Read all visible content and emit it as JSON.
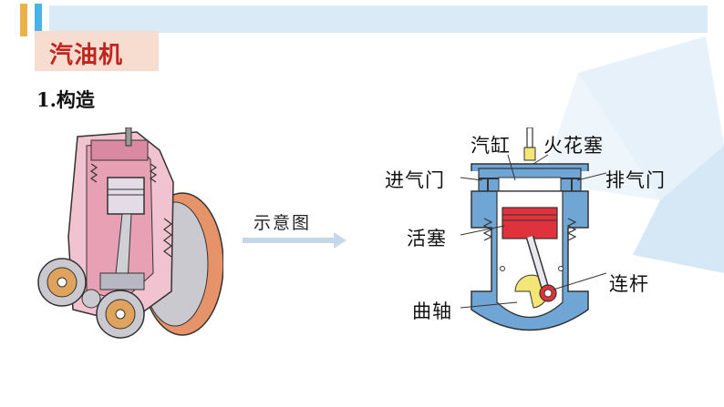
{
  "title": "汽油机",
  "section": "1.构造",
  "arrow_label": "示意图",
  "labels": {
    "cylinder": "汽缸",
    "spark_plug": "火花塞",
    "intake_valve": "进气门",
    "exhaust_valve": "排气门",
    "piston": "活塞",
    "connecting_rod": "连杆",
    "crankshaft": "曲轴"
  },
  "colors": {
    "title_text": "#c0261f",
    "title_bg": "#f6ddd0",
    "top_band": "#dbeaf7",
    "engine_blue": "#6fa6d6",
    "piston_red": "#e0323c",
    "crank_yellow": "#f3e676",
    "engine_pink": "#f2b7c6"
  }
}
